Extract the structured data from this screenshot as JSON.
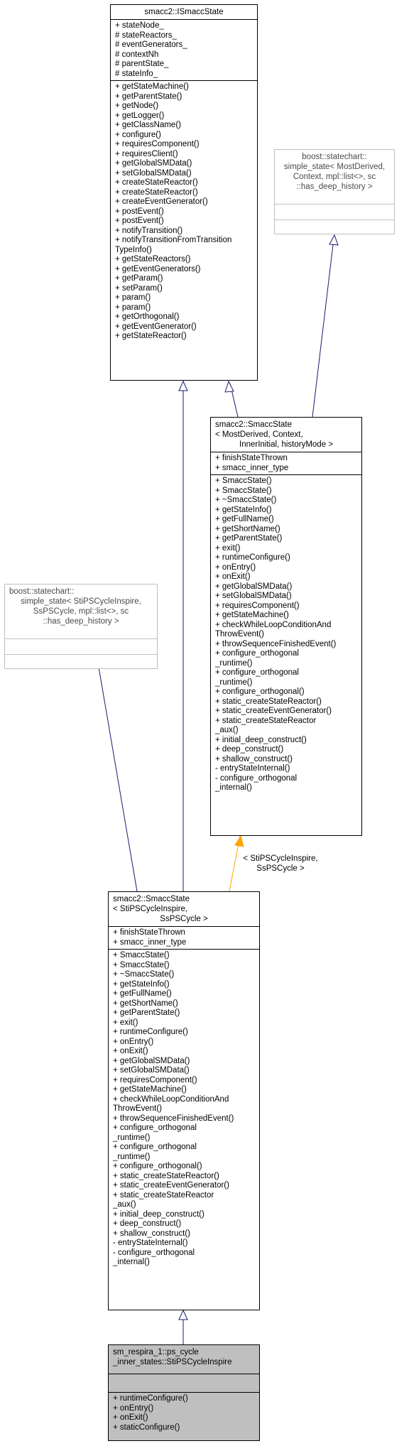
{
  "nodes": {
    "istate": {
      "title": [
        "smacc2::ISmaccState"
      ],
      "attributes": [
        "+ stateNode_",
        "# stateReactors_",
        "# eventGenerators_",
        "# contextNh",
        "# parentState_",
        "# stateInfo_"
      ],
      "methods": [
        "+ getStateMachine()",
        "+ getParentState()",
        "+ getNode()",
        "+ getLogger()",
        "+ getClassName()",
        "+ configure()",
        "+ requiresComponent()",
        "+ requiresClient()",
        "+ getGlobalSMData()",
        "+ setGlobalSMData()",
        "+ createStateReactor()",
        "+ createStateReactor()",
        "+ createEventGenerator()",
        "+ postEvent()",
        "+ postEvent()",
        "+ notifyTransition()",
        "+ notifyTransitionFromTransition",
        "TypeInfo()",
        "+ getStateReactors()",
        "+ getEventGenerators()",
        "+ getParam()",
        "+ setParam()",
        "+ param()",
        "+ param()",
        "+ getOrthogonal()",
        "+ getEventGenerator()",
        "+ getStateReactor()"
      ]
    },
    "boost_top": {
      "title": [
        "boost::statechart::",
        "simple_state< MostDerived,",
        "Context, mpl::list<>, sc",
        "::has_deep_history >"
      ]
    },
    "smacc_template": {
      "title": [
        "smacc2::SmaccState",
        "< MostDerived, Context,",
        "InnerInitial, historyMode >"
      ],
      "attributes": [
        "+ finishStateThrown",
        "+ smacc_inner_type"
      ],
      "methods": [
        "+ SmaccState()",
        "+ SmaccState()",
        "+ ~SmaccState()",
        "+ getStateInfo()",
        "+ getFullName()",
        "+ getShortName()",
        "+ getParentState()",
        "+ exit()",
        "+ runtimeConfigure()",
        "+ onEntry()",
        "+ onExit()",
        "+ getGlobalSMData()",
        "+ setGlobalSMData()",
        "+ requiresComponent()",
        "+ getStateMachine()",
        "+ checkWhileLoopConditionAnd",
        "ThrowEvent()",
        "+ throwSequenceFinishedEvent()",
        "+ configure_orthogonal",
        "_runtime()",
        "+ configure_orthogonal",
        "_runtime()",
        "+ configure_orthogonal()",
        "+ static_createStateReactor()",
        "+ static_createEventGenerator()",
        "+ static_createStateReactor",
        "_aux()",
        "+ initial_deep_construct()",
        "+ deep_construct()",
        "+ shallow_construct()",
        "- entryStateInternal()",
        "- configure_orthogonal",
        "_internal()"
      ]
    },
    "boost_left": {
      "title": [
        "boost::statechart::",
        "simple_state< StiPSCycleInspire,",
        "SsPSCycle, mpl::list<>, sc",
        "::has_deep_history >"
      ]
    },
    "smacc_bound": {
      "title": [
        "smacc2::SmaccState",
        "< StiPSCycleInspire,",
        "SsPSCycle >"
      ],
      "attributes": [
        "+ finishStateThrown",
        "+ smacc_inner_type"
      ],
      "methods": [
        "+ SmaccState()",
        "+ SmaccState()",
        "+ ~SmaccState()",
        "+ getStateInfo()",
        "+ getFullName()",
        "+ getShortName()",
        "+ getParentState()",
        "+ exit()",
        "+ runtimeConfigure()",
        "+ onEntry()",
        "+ onExit()",
        "+ getGlobalSMData()",
        "+ setGlobalSMData()",
        "+ requiresComponent()",
        "+ getStateMachine()",
        "+ checkWhileLoopConditionAnd",
        "ThrowEvent()",
        "+ throwSequenceFinishedEvent()",
        "+ configure_orthogonal",
        "_runtime()",
        "+ configure_orthogonal",
        "_runtime()",
        "+ configure_orthogonal()",
        "+ static_createStateReactor()",
        "+ static_createEventGenerator()",
        "+ static_createStateReactor",
        "_aux()",
        "+ initial_deep_construct()",
        "+ deep_construct()",
        "+ shallow_construct()",
        "- entryStateInternal()",
        "- configure_orthogonal",
        "_internal()"
      ]
    },
    "sti": {
      "title": [
        "sm_respira_1::ps_cycle",
        "_inner_states::StiPSCycleInspire"
      ],
      "methods": [
        "+ runtimeConfigure()",
        "+ onEntry()",
        "+ onExit()",
        "+ staticConfigure()"
      ]
    }
  },
  "edge_label": [
    "< StiPSCycleInspire,",
    "SsPSCycle >"
  ],
  "colors": {
    "inherit": "#191970",
    "template": "#ffa500",
    "gray_border": "#bfbfbf",
    "highlight_fill": "#bfbfbf"
  }
}
